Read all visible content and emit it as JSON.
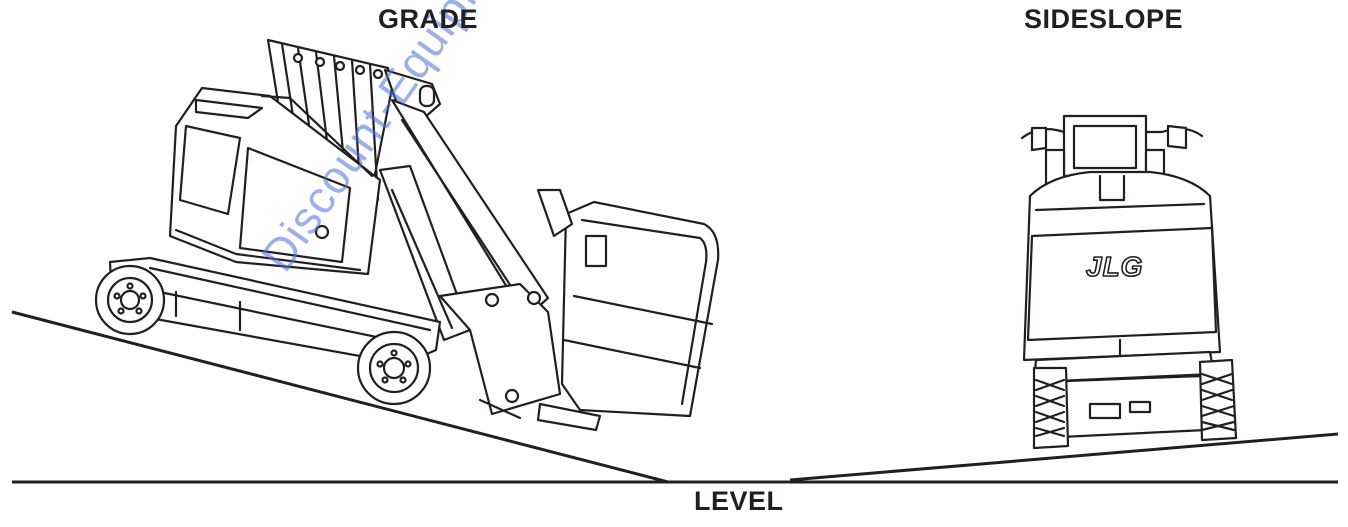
{
  "labels": {
    "grade": "GRADE",
    "sideslope": "SIDESLOPE",
    "level": "LEVEL"
  },
  "logo": {
    "text": "JLG"
  },
  "watermark": {
    "text": "Discount-Equipment.com to order"
  },
  "colors": {
    "ink": "#231f20",
    "watermark": "#4a6fd8",
    "background": "#ffffff"
  }
}
